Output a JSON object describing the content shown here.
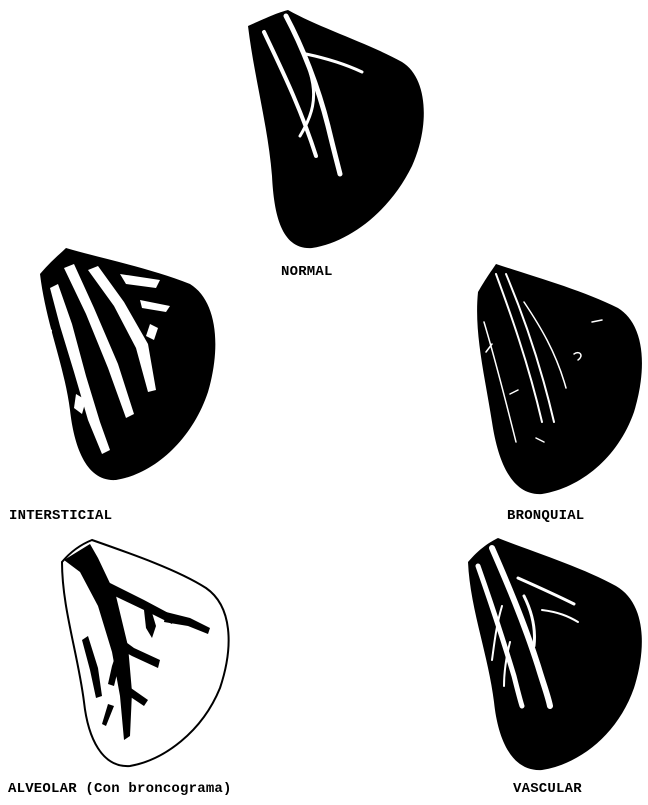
{
  "diagram": {
    "patterns": [
      {
        "id": "normal",
        "caption": "NORMAL",
        "fill": "#000000",
        "marking": "#ffffff"
      },
      {
        "id": "intersticial",
        "caption": "INTERSTICIAL",
        "fill": "#000000",
        "marking": "#ffffff"
      },
      {
        "id": "bronquial",
        "caption": "BRONQUIAL",
        "fill": "#000000",
        "marking": "#ffffff"
      },
      {
        "id": "alveolar",
        "caption": "ALVEOLAR (Con broncograma)",
        "fill": "#ffffff",
        "marking": "#000000"
      },
      {
        "id": "vascular",
        "caption": "VASCULAR",
        "fill": "#000000",
        "marking": "#ffffff"
      }
    ]
  }
}
